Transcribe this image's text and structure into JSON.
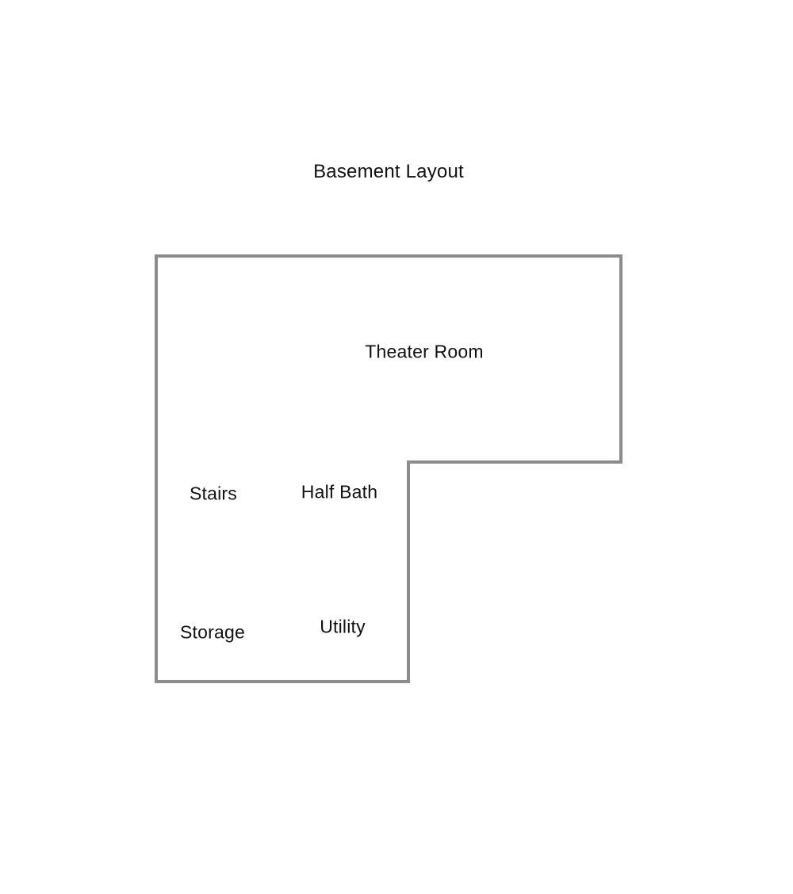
{
  "title": "Basement Layout",
  "floor_plan": {
    "outline_points": "197,323 783,323 783,583 515,583 515,860 197,860",
    "stroke_color": "#8c8c8c",
    "stroke_width": "4",
    "fill_color": "#ffffff",
    "rooms": [
      {
        "label": "Theater Room"
      },
      {
        "label": "Stairs"
      },
      {
        "label": "Half Bath"
      },
      {
        "label": "Storage"
      },
      {
        "label": "Utility"
      }
    ]
  }
}
